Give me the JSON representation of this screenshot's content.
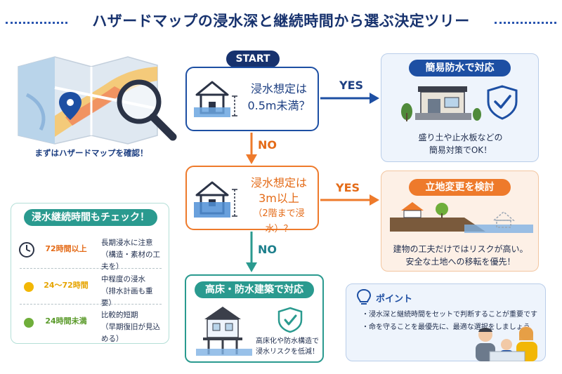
{
  "title": "ハザードマップの浸水深と継続時間から選ぶ決定ツリー",
  "map_caption": "まずはハザードマップを確認！",
  "start_label": "START",
  "question1": {
    "line1": "浸水想定は",
    "line2": "0.5m未満？"
  },
  "question2": {
    "line1": "浸水想定は",
    "line2": "3m以上",
    "line3": "（2階まで浸水）？"
  },
  "yes_label": "YES",
  "no_label": "NO",
  "result_simple": {
    "title": "簡易防水で対応",
    "line1": "盛り土や止水板などの",
    "line2": "簡易対策でOK！"
  },
  "result_relocate": {
    "title": "立地変更を検討",
    "line1": "建物の工夫だけではリスクが高い。",
    "line2": "安全な土地への移転を優先！"
  },
  "result_elevate": {
    "title": "高床・防水建築で対応",
    "line1": "高床化や防水構造で",
    "line2": "浸水リスクを低減！"
  },
  "duration": {
    "title": "浸水継続時間もチェック！",
    "rows": [
      {
        "label": "72時間以上",
        "desc1": "長期浸水に注意",
        "desc2": "（構造・素材の工夫を）",
        "color": "#e46b18",
        "icon": "clock-icon"
      },
      {
        "label": "24〜72時間",
        "desc1": "中程度の浸水",
        "desc2": "（排水計画も重要）",
        "color": "#f2b705",
        "icon": "yellow-dot-icon"
      },
      {
        "label": "24時間未満",
        "desc1": "比較的短期",
        "desc2": "（早期復旧が見込める）",
        "color": "#6fae3a",
        "icon": "green-dot-icon"
      }
    ]
  },
  "point": {
    "title": "ポイント",
    "items": [
      "・浸水深と継続時間をセットで判断することが重要です",
      "・命を守ることを最優先に、最適な選択をしましょう"
    ]
  },
  "colors": {
    "navy": "#17326e",
    "blue": "#1d4fa3",
    "orange": "#ee7a2b",
    "teal": "#2a9a8f"
  }
}
